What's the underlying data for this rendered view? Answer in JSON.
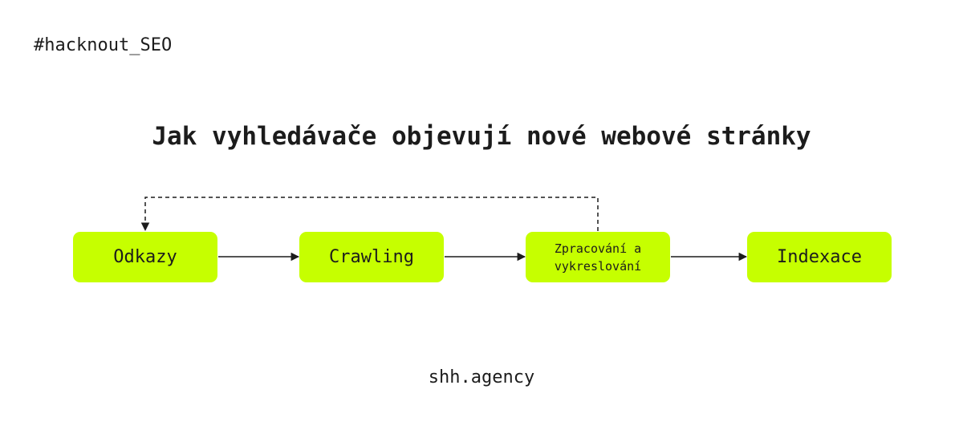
{
  "hashtag": "#hacknout_SEO",
  "title": "Jak vyhledávače objevují nové webové stránky",
  "nodes": [
    {
      "label": "Odkazy"
    },
    {
      "label": "Crawling"
    },
    {
      "label": "Zpracování a\nvykreslování"
    },
    {
      "label": "Indexace"
    }
  ],
  "footer": "shh.agency",
  "colors": {
    "node_fill": "#c6ff00",
    "text": "#1c1c1c",
    "background": "#ffffff"
  }
}
